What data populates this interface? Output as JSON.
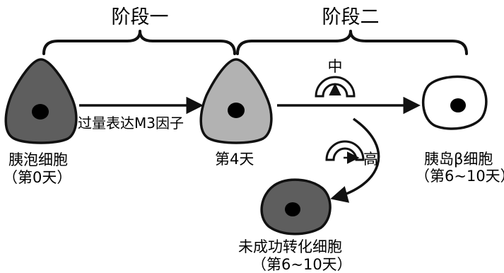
{
  "stages": [
    {
      "id": "stage-1",
      "label": "阶段一"
    },
    {
      "id": "stage-2",
      "label": "阶段二"
    }
  ],
  "cells": [
    {
      "id": "acinar-cell",
      "name": "胰泡细胞",
      "timepoint": "（第0天）",
      "fill": "#5e5e5e"
    },
    {
      "id": "intermediate-cell",
      "name": "第4天",
      "timepoint": "",
      "fill": "#b2b2b2"
    },
    {
      "id": "beta-cell",
      "name": "胰岛β细胞",
      "timepoint": "（第6~10天）",
      "fill": "#ffffff"
    },
    {
      "id": "failed-cell",
      "name": "未成功转化细胞",
      "timepoint": "（第6~10天）",
      "fill": "#5e5e5e"
    }
  ],
  "arrows": [
    {
      "id": "overexpress-arrow",
      "label": "过量表达M3因子"
    }
  ],
  "gauges": [
    {
      "id": "medium-gauge",
      "label": "中",
      "level": "medium"
    },
    {
      "id": "high-gauge",
      "label": "高",
      "level": "high"
    }
  ],
  "colors": {
    "outline": "#111111",
    "nucleus": "#000000"
  }
}
